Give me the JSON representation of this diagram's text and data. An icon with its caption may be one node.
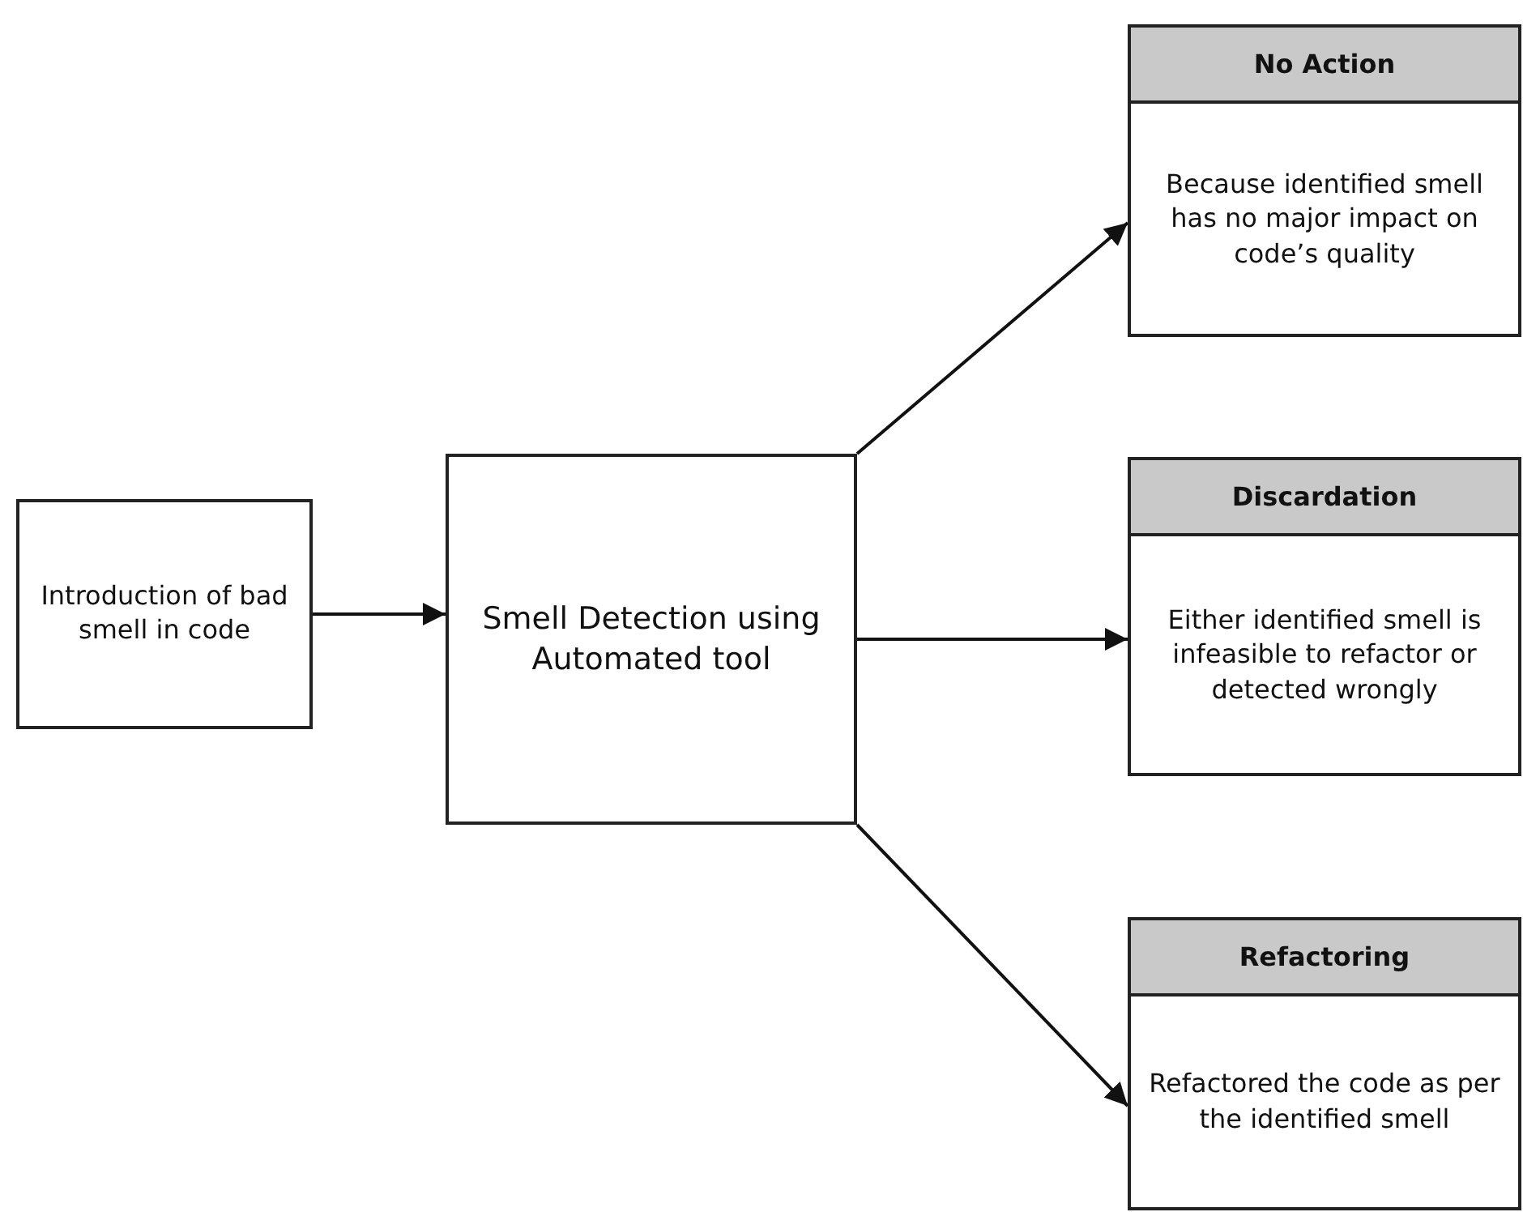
{
  "diagram": {
    "nodes": [
      {
        "text": [
          "Introduction of bad smell in code"
        ]
      },
      {
        "text": [
          "Smell Detection using Automated tool"
        ]
      },
      {
        "text": [
          "No Action",
          "Because identified smell has no major impact on code’s quality"
        ]
      },
      {
        "text": [
          "Discardation",
          "Either identified smell is infeasible to refactor or detected wrongly"
        ]
      },
      {
        "text": [
          "Refactoring",
          "Refactored the code as per the identified smell"
        ]
      }
    ],
    "edges": [
      {
        "from": 0,
        "to": 1,
        "arrow": "to"
      },
      {
        "from": 1,
        "to": 2,
        "arrow": "to"
      },
      {
        "from": 1,
        "to": 3,
        "arrow": "to"
      },
      {
        "from": 1,
        "to": 4,
        "arrow": "to"
      }
    ]
  }
}
